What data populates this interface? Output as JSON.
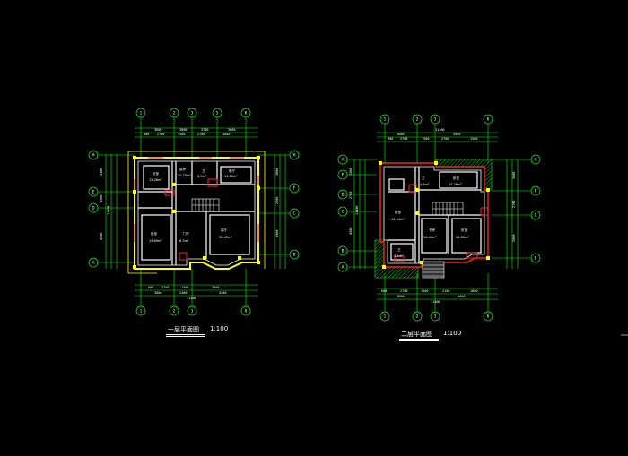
{
  "colors": {
    "background": "#000000",
    "axis": "#00ff00",
    "wall": "#ffffff",
    "window": "#ff2020",
    "highlight": "#ffff00",
    "text": "#ffffff",
    "stair": "#ffffff",
    "hatch": "#00ff00"
  },
  "plans": [
    {
      "id": "first-floor",
      "title": "一层平面图",
      "scale": "1:100",
      "axes_top": [
        "1",
        "2",
        "3",
        "5",
        "6"
      ],
      "axes_bottom": [
        "1",
        "2",
        "3",
        "6"
      ],
      "axes_left": [
        "H",
        "E",
        "D",
        "A"
      ],
      "axes_right": [
        "H",
        "F",
        "C",
        "B"
      ],
      "rooms": [
        {
          "label": "卧室",
          "area": "15.26m²"
        },
        {
          "label": "厨房",
          "area": "10.70m²"
        },
        {
          "label": "卫",
          "area": "4.5m²"
        },
        {
          "label": "餐厅",
          "area": "14.86m²"
        },
        {
          "label": "卧室",
          "area": "19.69m²"
        },
        {
          "label": "客厅",
          "area": "30.45m²"
        },
        {
          "label": "门厅",
          "area": "6.3m²"
        }
      ]
    },
    {
      "id": "second-floor",
      "title": "二层平面图",
      "scale": "1:100",
      "axes_top": [
        "1",
        "2",
        "3",
        "6"
      ],
      "axes_bottom": [
        "1",
        "2",
        "3",
        "6"
      ],
      "axes_left": [
        "H",
        "E",
        "D",
        "C",
        "B",
        "A"
      ],
      "axes_right": [
        "H",
        "F",
        "C",
        "B"
      ],
      "rooms": [
        {
          "label": "卧室",
          "area": "14.44m²"
        },
        {
          "label": "卫",
          "area": "4.5m²"
        },
        {
          "label": "卧室",
          "area": "15.26m²"
        },
        {
          "label": "书房",
          "area": "14.44m²"
        },
        {
          "label": "卧室",
          "area": "21.80m²"
        },
        {
          "label": "卫",
          "area": "4.5m²"
        }
      ]
    }
  ]
}
